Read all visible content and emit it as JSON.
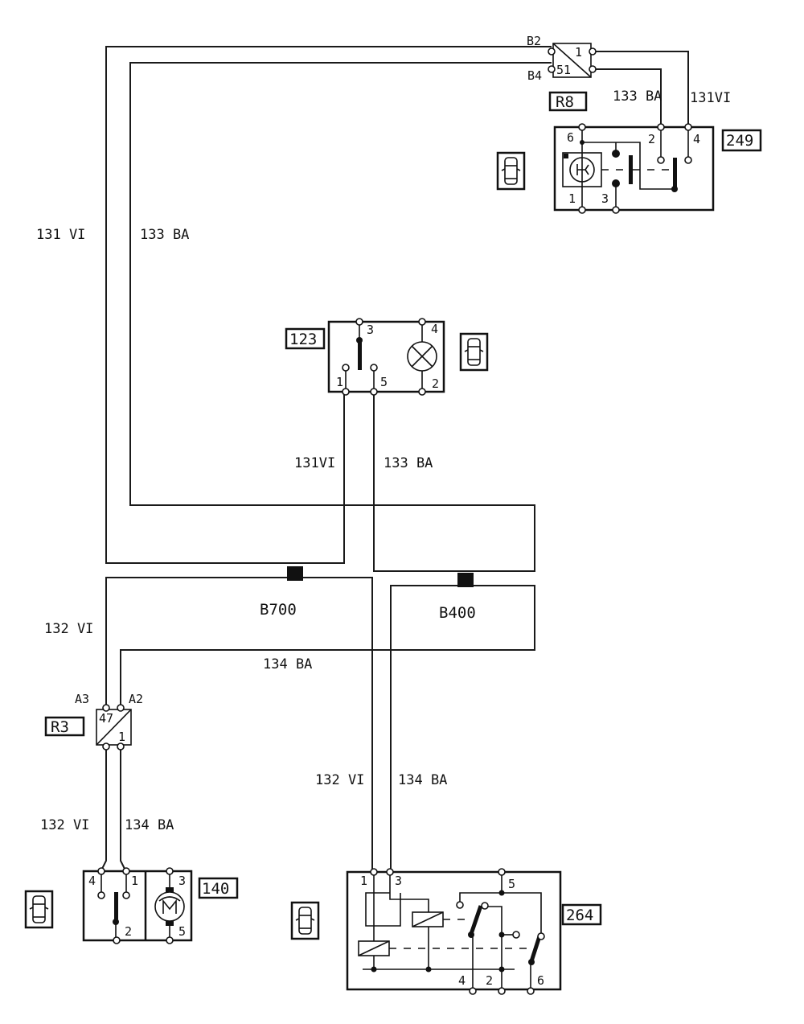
{
  "diagram": {
    "wire_labels": {
      "w131_left": "131 VI",
      "w133_left": "133 BA",
      "w133_top": "133 BA",
      "w131_top": "131VI",
      "w131_mid": "131VI",
      "w133_mid": "133 BA",
      "w132_left": "132 VI",
      "w134_mid": "134 BA",
      "w132_low": "132 VI",
      "w134_low": "134 BA",
      "w132_right": "132 VI",
      "w134_right": "134 BA"
    },
    "connectors": {
      "r8": {
        "ref": "R8",
        "pin_a_label": "B2",
        "pin_b_label": "B4",
        "top_num": "1",
        "bottom_num": "51"
      },
      "r3": {
        "ref": "R3",
        "pin_a_label": "A3",
        "pin_b_label": "A2",
        "top_num": "47",
        "bottom_num": "1"
      }
    },
    "harness": {
      "b700": "B700",
      "b400": "B400"
    },
    "components": {
      "c249": {
        "ref": "249",
        "pins": [
          "6",
          "2",
          "4",
          "1",
          "3"
        ]
      },
      "c123": {
        "ref": "123",
        "pins": [
          "3",
          "4",
          "1",
          "5",
          "2"
        ]
      },
      "c140": {
        "ref": "140",
        "pins": [
          "4",
          "1",
          "2",
          "3",
          "5"
        ],
        "motor": "M"
      },
      "c264": {
        "ref": "264",
        "pins": [
          "1",
          "3",
          "5",
          "4",
          "2",
          "6"
        ]
      }
    }
  }
}
